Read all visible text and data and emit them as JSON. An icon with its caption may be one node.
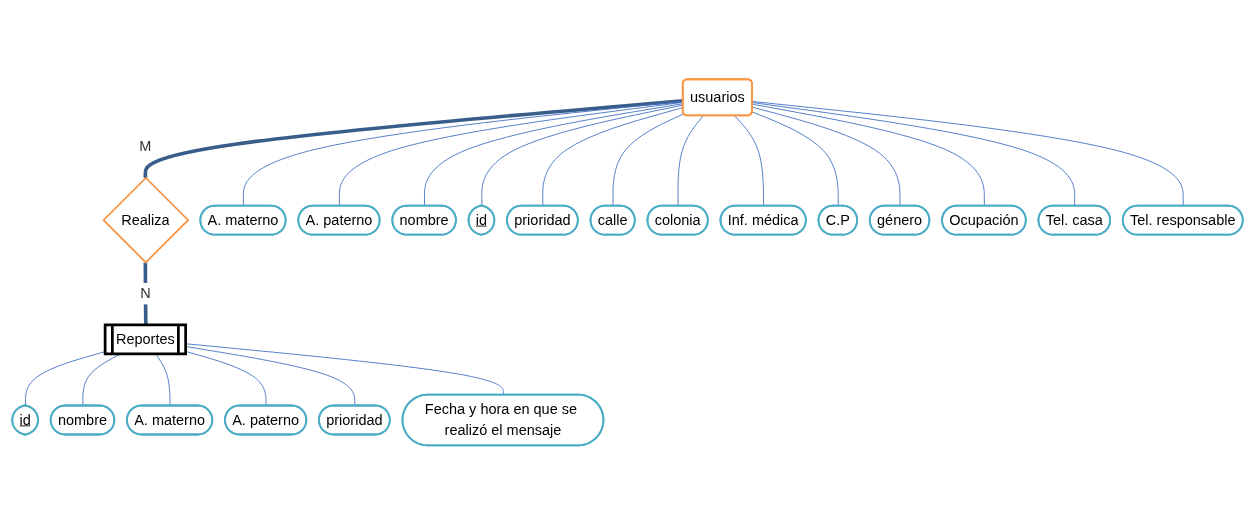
{
  "diagram": {
    "nodes": [
      {
        "text": [
          "usuarios"
        ]
      },
      {
        "text": [
          "Realiza"
        ]
      },
      {
        "text": [
          "Reportes"
        ]
      },
      {
        "text": [
          "A. materno"
        ]
      },
      {
        "text": [
          "A. paterno"
        ]
      },
      {
        "text": [
          "nombre"
        ]
      },
      {
        "text": [
          "id"
        ]
      },
      {
        "text": [
          "prioridad"
        ]
      },
      {
        "text": [
          "calle"
        ]
      },
      {
        "text": [
          "colonia"
        ]
      },
      {
        "text": [
          "Inf. médica"
        ]
      },
      {
        "text": [
          "C.P"
        ]
      },
      {
        "text": [
          "género"
        ]
      },
      {
        "text": [
          "Ocupación"
        ]
      },
      {
        "text": [
          "Tel. casa"
        ]
      },
      {
        "text": [
          "Tel. responsable"
        ]
      },
      {
        "text": [
          "id"
        ]
      },
      {
        "text": [
          "nombre"
        ]
      },
      {
        "text": [
          "A. materno"
        ]
      },
      {
        "text": [
          "A. paterno"
        ]
      },
      {
        "text": [
          "prioridad"
        ]
      },
      {
        "text": [
          "Fecha y hora en que se realizó el mensaje"
        ]
      }
    ],
    "edges": [
      {
        "from": 0,
        "to": 1,
        "arrow": "none",
        "label": "M",
        "style": "thick",
        "color": "#385d8a"
      },
      {
        "from": 1,
        "to": 2,
        "arrow": "none",
        "label": "N",
        "style": "thick",
        "color": "#385d8a"
      },
      {
        "from": 0,
        "to": 3,
        "arrow": "none"
      },
      {
        "from": 0,
        "to": 4,
        "arrow": "none"
      },
      {
        "from": 0,
        "to": 5,
        "arrow": "none"
      },
      {
        "from": 0,
        "to": 6,
        "arrow": "none"
      },
      {
        "from": 0,
        "to": 7,
        "arrow": "none"
      },
      {
        "from": 0,
        "to": 8,
        "arrow": "none"
      },
      {
        "from": 0,
        "to": 9,
        "arrow": "none"
      },
      {
        "from": 0,
        "to": 10,
        "arrow": "none"
      },
      {
        "from": 0,
        "to": 11,
        "arrow": "none"
      },
      {
        "from": 0,
        "to": 12,
        "arrow": "none"
      },
      {
        "from": 0,
        "to": 13,
        "arrow": "none"
      },
      {
        "from": 0,
        "to": 14,
        "arrow": "none"
      },
      {
        "from": 0,
        "to": 15,
        "arrow": "none"
      },
      {
        "from": 2,
        "to": 16,
        "arrow": "none"
      },
      {
        "from": 2,
        "to": 17,
        "arrow": "none"
      },
      {
        "from": 2,
        "to": 18,
        "arrow": "none"
      },
      {
        "from": 2,
        "to": 19,
        "arrow": "none"
      },
      {
        "from": 2,
        "to": 20,
        "arrow": "none"
      },
      {
        "from": 2,
        "to": 21,
        "arrow": "none"
      }
    ]
  }
}
